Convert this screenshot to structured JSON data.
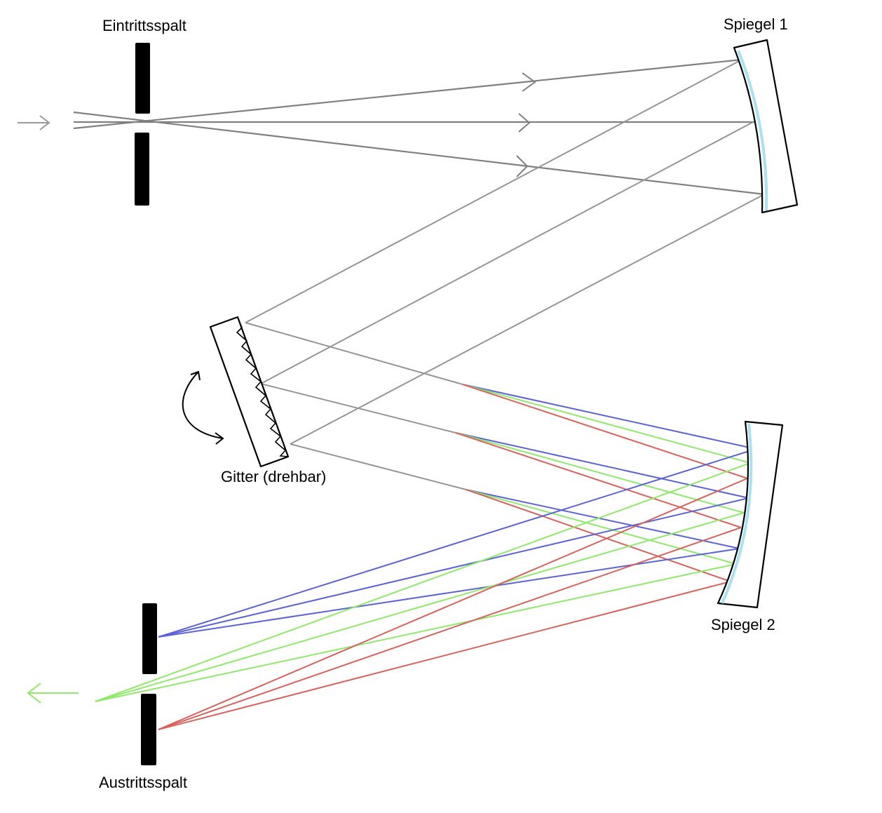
{
  "labels": {
    "entrance_slit": "Eintrittsspalt",
    "mirror_1": "Spiegel 1",
    "grating": "Gitter (drehbar)",
    "mirror_2": "Spiegel 2",
    "exit_slit": "Austrittsspalt"
  },
  "colors": {
    "input_beam": "#808080",
    "collimated_beam": "#959595",
    "blue": "#5b63d6",
    "green": "#8eea6a",
    "red": "#d9625c",
    "mirror_coating": "#a9e0f2",
    "slit": "#000000"
  },
  "icons": {
    "input_arrow": "arrow-right-icon",
    "output_arrow": "arrow-left-icon",
    "rotation_arrow": "curved-double-arrow-icon"
  }
}
